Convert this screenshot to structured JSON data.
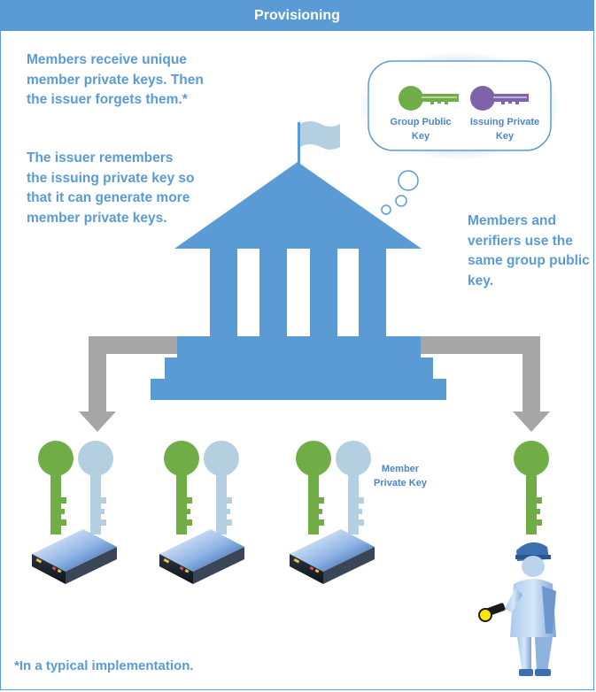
{
  "header": {
    "title": "Provisioning"
  },
  "notes": {
    "members_receive": "Members receive unique member private keys. Then the issuer forgets them.*",
    "issuer_remembers": "The issuer remembers the issuing private key so that it can generate more member private keys.",
    "members_verifiers": "Members and verifiers use the same group public key."
  },
  "thought_bubble": {
    "group_public_key_label": "Group Public Key",
    "issuing_private_key_label": "Issuing Private Key"
  },
  "member_private_key_label": "Member Private Key",
  "footnote": "*In a typical implementation.",
  "colors": {
    "accent_blue": "#5b9bd5",
    "key_green": "#70ad47",
    "key_light_blue": "#b4cfe0",
    "key_purple": "#7f63a8",
    "arrow_gray": "#a6a6a6"
  },
  "icons": [
    "bank-building-icon",
    "flag-icon",
    "key-icon",
    "device-icon",
    "verifier-person-icon",
    "flashlight-icon"
  ]
}
